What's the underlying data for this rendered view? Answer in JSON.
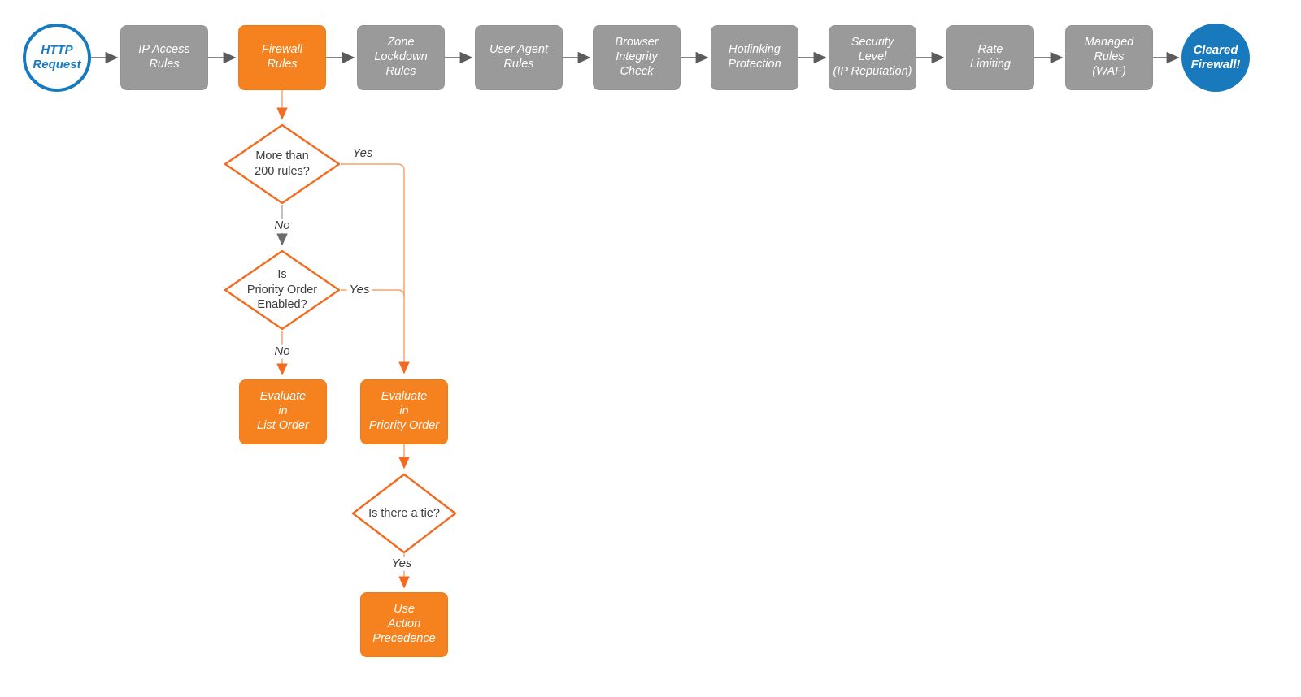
{
  "colors": {
    "orange": "#F6821F",
    "orange_stroke": "#F26B21",
    "orange_line": "#F5A36F",
    "blue": "#1879BC",
    "gray_fill": "#9A9A9A",
    "arrow_dark": "#5C5C5C"
  },
  "flow": {
    "start": {
      "label": "HTTP\nRequest"
    },
    "steps": [
      {
        "id": "ip-access-rules",
        "label": "IP Access\nRules"
      },
      {
        "id": "firewall-rules",
        "label": "Firewall\nRules"
      },
      {
        "id": "zone-lockdown-rules",
        "label": "Zone\nLockdown\nRules"
      },
      {
        "id": "user-agent-rules",
        "label": "User Agent\nRules"
      },
      {
        "id": "browser-integrity-check",
        "label": "Browser\nIntegrity\nCheck"
      },
      {
        "id": "hotlinking-protection",
        "label": "Hotlinking\nProtection"
      },
      {
        "id": "security-level",
        "label": "Security\nLevel\n(IP Reputation)"
      },
      {
        "id": "rate-limiting",
        "label": "Rate\nLimiting"
      },
      {
        "id": "managed-rules-waf",
        "label": "Managed\nRules\n(WAF)"
      }
    ],
    "end": {
      "label": "Cleared\nFirewall!"
    }
  },
  "decisions": {
    "d1": {
      "question": "More than\n200 rules?",
      "yes_label": "Yes",
      "no_label": "No"
    },
    "d2": {
      "question": "Is\nPriority Order\nEnabled?",
      "yes_label": "Yes",
      "no_label": "No"
    },
    "d3": {
      "question": "Is there a tie?",
      "yes_label": "Yes"
    }
  },
  "outcomes": {
    "list_order": {
      "label": "Evaluate\nin\nList Order"
    },
    "priority_order": {
      "label": "Evaluate\nin\nPriority Order"
    },
    "action_precedence": {
      "label": "Use\nAction\nPrecedence"
    }
  }
}
